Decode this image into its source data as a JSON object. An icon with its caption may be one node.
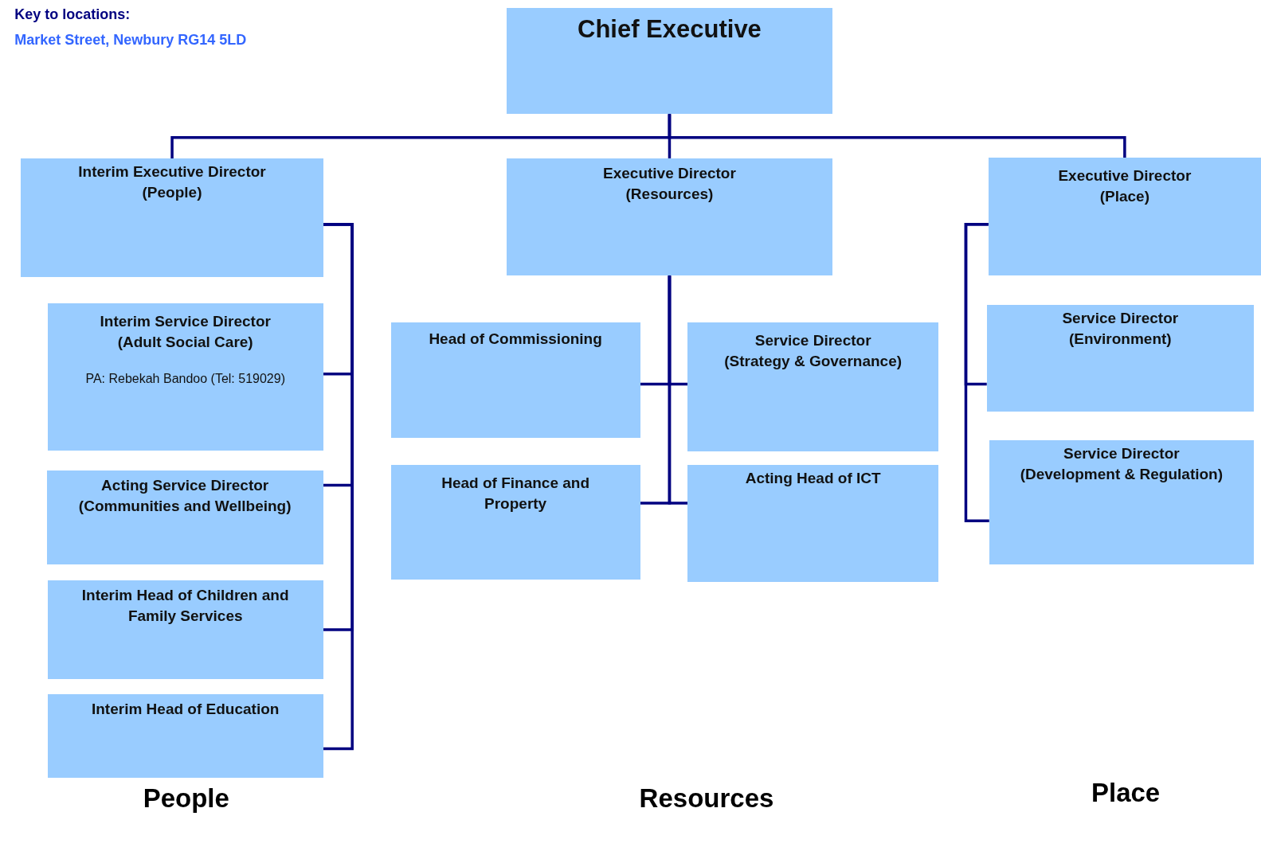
{
  "diagram": {
    "nodes": [
      {
        "text": [
          "Chief Executive"
        ]
      },
      {
        "text": [
          "Interim Executive Director",
          "(People)"
        ]
      },
      {
        "text": [
          "Executive Director",
          "(Resources)"
        ]
      },
      {
        "text": [
          "Executive Director",
          "(Place)"
        ]
      },
      {
        "text": [
          "Interim Service Director",
          "(Adult Social Care)",
          "PA: Rebekah Bandoo (Tel: 519029)"
        ]
      },
      {
        "text": [
          "Acting Service Director",
          "(Communities and Wellbeing)"
        ]
      },
      {
        "text": [
          "Interim Head of Children and Family Services"
        ]
      },
      {
        "text": [
          "Interim Head of Education"
        ]
      },
      {
        "text": [
          "Head of Commissioning"
        ]
      },
      {
        "text": [
          "Service Director",
          "(Strategy & Governance)"
        ]
      },
      {
        "text": [
          "Head of Finance and Property"
        ]
      },
      {
        "text": [
          "Acting Head of ICT"
        ]
      },
      {
        "text": [
          "Service Director",
          "(Environment)"
        ]
      },
      {
        "text": [
          "Service Director",
          "(Development & Regulation)"
        ]
      }
    ],
    "edges": [
      {
        "from": 0,
        "to": 1,
        "arrow": "none"
      },
      {
        "from": 0,
        "to": 2,
        "arrow": "none"
      },
      {
        "from": 0,
        "to": 3,
        "arrow": "none"
      },
      {
        "from": 1,
        "to": 4,
        "arrow": "none"
      },
      {
        "from": 1,
        "to": 5,
        "arrow": "none"
      },
      {
        "from": 1,
        "to": 6,
        "arrow": "none"
      },
      {
        "from": 1,
        "to": 7,
        "arrow": "none"
      },
      {
        "from": 2,
        "to": 8,
        "arrow": "none"
      },
      {
        "from": 2,
        "to": 9,
        "arrow": "none"
      },
      {
        "from": 2,
        "to": 10,
        "arrow": "none"
      },
      {
        "from": 2,
        "to": 11,
        "arrow": "none"
      },
      {
        "from": 3,
        "to": 12,
        "arrow": "none"
      },
      {
        "from": 3,
        "to": 13,
        "arrow": "none"
      }
    ],
    "labels": [
      "Key to locations:",
      "Market Street, Newbury RG14 5LD",
      "People",
      "Resources",
      "Place"
    ]
  }
}
